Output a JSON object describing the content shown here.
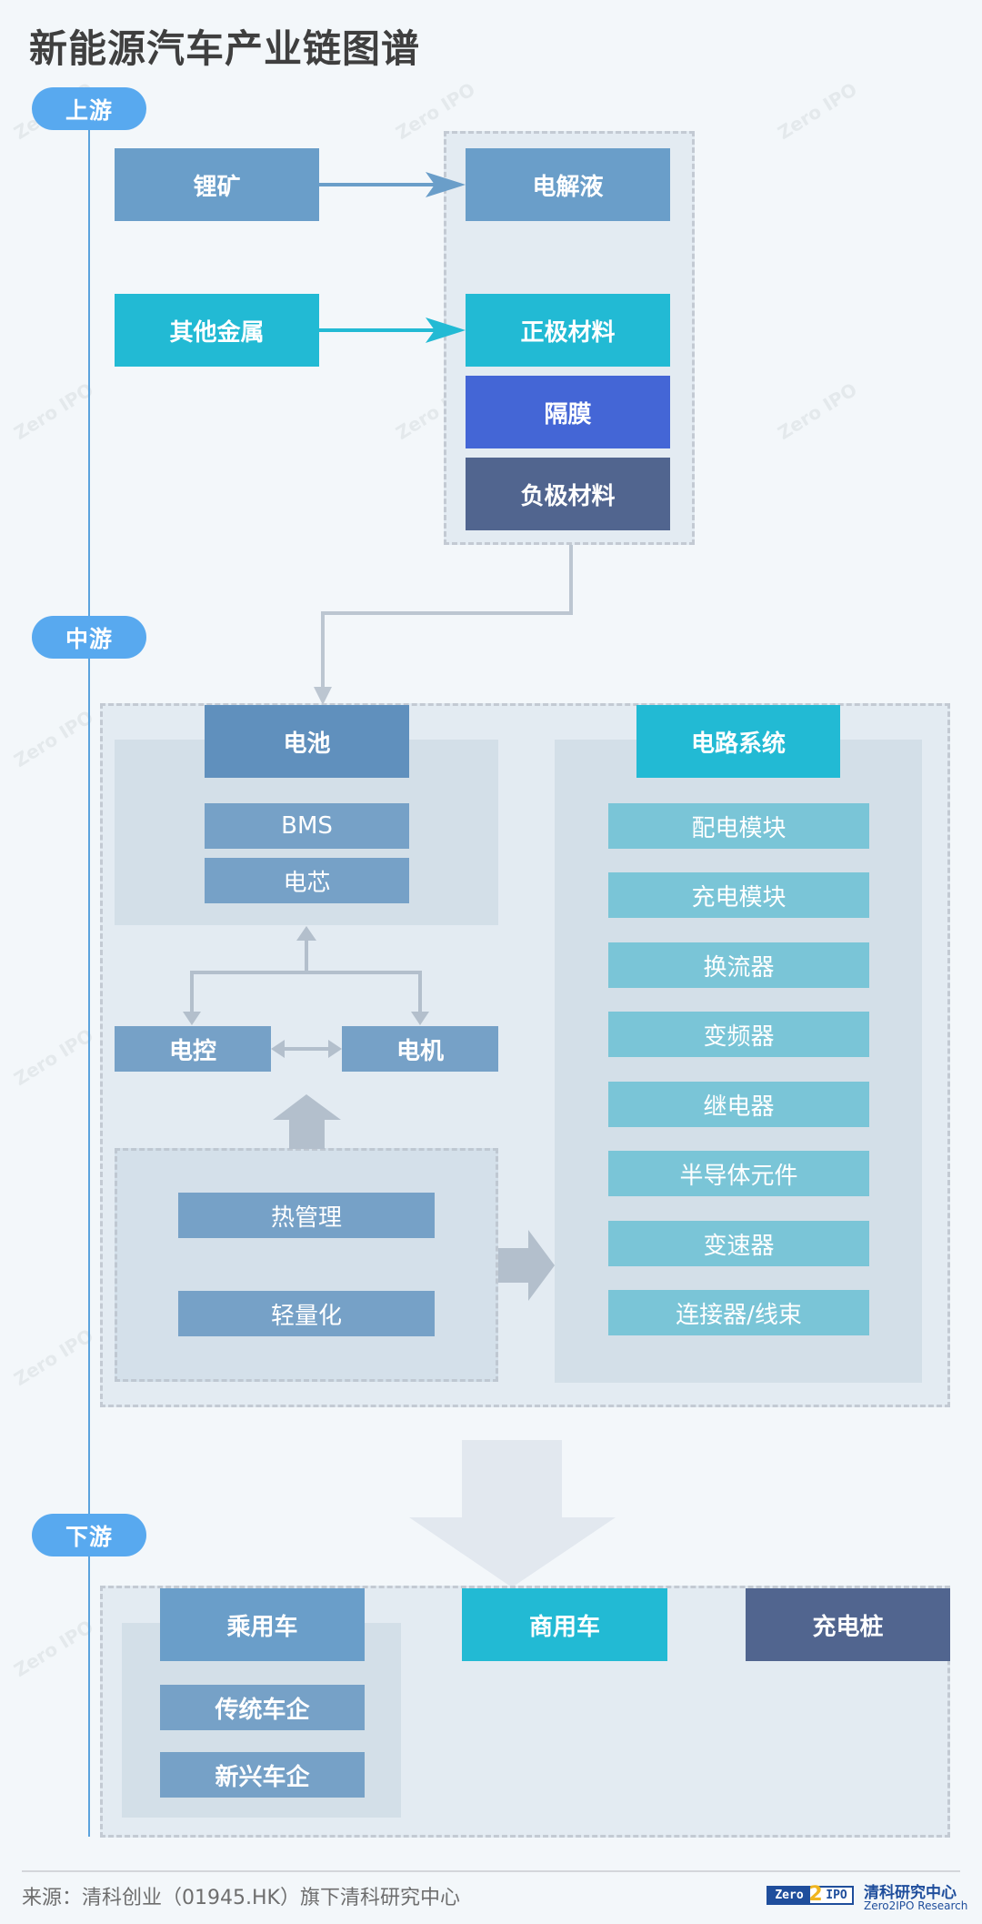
{
  "title": "新能源汽车产业链图谱",
  "stages": {
    "upstream": "上游",
    "midstream": "中游",
    "downstream": "下游"
  },
  "upstream": {
    "sources": [
      "锂矿",
      "其他金属"
    ],
    "materials": [
      "电解液",
      "正极材料",
      "隔膜",
      "负极材料"
    ]
  },
  "midstream": {
    "battery": {
      "header": "电池",
      "items": [
        "BMS",
        "电芯"
      ]
    },
    "control": "电控",
    "motor": "电机",
    "support": [
      "热管理",
      "轻量化"
    ],
    "circuit": {
      "header": "电路系统",
      "items": [
        "配电模块",
        "充电模块",
        "换流器",
        "变频器",
        "继电器",
        "半导体元件",
        "变速器",
        "连接器/线束"
      ]
    }
  },
  "downstream": {
    "passenger": {
      "header": "乘用车",
      "items": [
        "传统车企",
        "新兴车企"
      ]
    },
    "commercial": "商用车",
    "charging": "充电桩"
  },
  "footer": {
    "source": "来源：清科创业（01945.HK）旗下清科研究中心",
    "logo_zero": "Zero",
    "logo_two": "2",
    "logo_ipo": "IPO",
    "logo_cn": "清科研究中心",
    "logo_en": "Zero2IPO Research"
  },
  "colors": {
    "background": "#f3f7fa",
    "stage_pill": "#58a9ef",
    "steel_blue": "#6a9ec9",
    "cyan": "#22bad4",
    "royal_blue": "#4466d6",
    "slate": "#51658f",
    "connector_gray": "#b3bfcc"
  }
}
